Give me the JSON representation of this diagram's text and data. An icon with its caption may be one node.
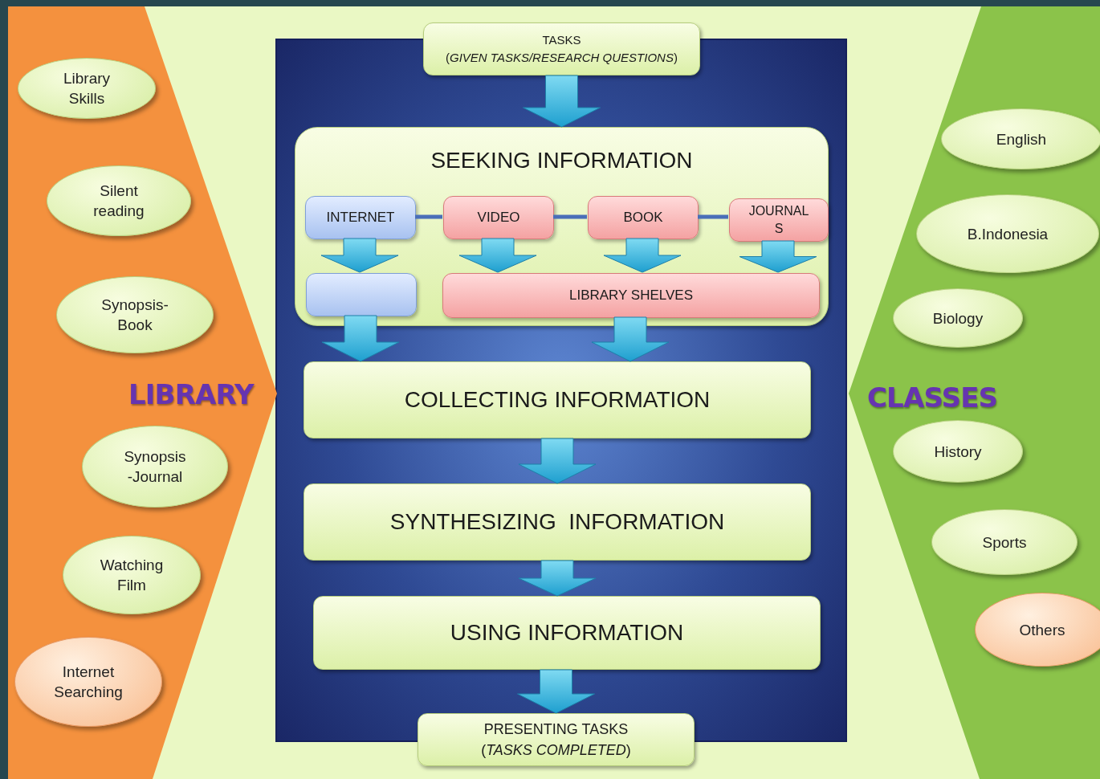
{
  "diagram": {
    "nodes": [
      {
        "text": [
          "LIBRARY"
        ]
      },
      {
        "text": [
          "Library Skills"
        ],
        "in": 0
      },
      {
        "text": [
          "Silent reading"
        ],
        "in": 0
      },
      {
        "text": [
          "Synopsis- Book"
        ],
        "in": 0
      },
      {
        "text": [
          "Synopsis -Journal"
        ],
        "in": 0
      },
      {
        "text": [
          "Watching Film"
        ],
        "in": 0
      },
      {
        "text": [
          "Internet Searching"
        ],
        "in": 0
      },
      {
        "text": [
          "TASKS",
          "(*GIVEN TASKS/RESEARCH QUESTIONS*)"
        ]
      },
      {
        "text": [
          "SEEKING INFORMATION"
        ]
      },
      {
        "text": [
          "INTERNET"
        ],
        "in": 8
      },
      {
        "text": [
          "VIDEO"
        ],
        "in": 8
      },
      {
        "text": [
          "BOOK"
        ],
        "in": 8
      },
      {
        "text": [
          "JOURNALS"
        ],
        "in": 8
      },
      {
        "text": [],
        "shape": "box",
        "in": 8
      },
      {
        "text": [
          "LIBRARY SHELVES"
        ],
        "in": 8
      },
      {
        "text": [
          "COLLECTING INFORMATION"
        ]
      },
      {
        "text": [
          "SYNTHESIZING  INFORMATION"
        ]
      },
      {
        "text": [
          "USING INFORMATION"
        ]
      },
      {
        "text": [
          "PRESENTING TASKS",
          "(*TASKS COMPLETED*)"
        ]
      },
      {
        "text": [
          "CLASSES"
        ]
      },
      {
        "text": [
          "English"
        ],
        "in": 19
      },
      {
        "text": [
          "B.Indonesia"
        ],
        "in": 19
      },
      {
        "text": [
          "Biology"
        ],
        "in": 19
      },
      {
        "text": [
          "History"
        ],
        "in": 19
      },
      {
        "text": [
          "Sports"
        ],
        "in": 19
      },
      {
        "text": [
          "Others"
        ],
        "in": 19
      }
    ],
    "edges": [
      {
        "from": 7,
        "to": 8,
        "arrow": "to"
      },
      {
        "from": 9,
        "to": 10,
        "arrow": "none",
        "color": "#4a6fb8"
      },
      {
        "from": 10,
        "to": 11,
        "arrow": "none",
        "color": "#4a6fb8"
      },
      {
        "from": 11,
        "to": 12,
        "arrow": "none",
        "color": "#4a6fb8"
      },
      {
        "from": 9,
        "to": 13,
        "arrow": "to"
      },
      {
        "from": 10,
        "to": 14,
        "arrow": "to"
      },
      {
        "from": 11,
        "to": 14,
        "arrow": "to"
      },
      {
        "from": 12,
        "to": 14,
        "arrow": "to"
      },
      {
        "from": 13,
        "to": 15,
        "arrow": "to"
      },
      {
        "from": 14,
        "to": 15,
        "arrow": "to"
      },
      {
        "from": 15,
        "to": 16,
        "arrow": "to"
      },
      {
        "from": 16,
        "to": 17,
        "arrow": "to"
      },
      {
        "from": 17,
        "to": 18,
        "arrow": "to"
      }
    ]
  }
}
